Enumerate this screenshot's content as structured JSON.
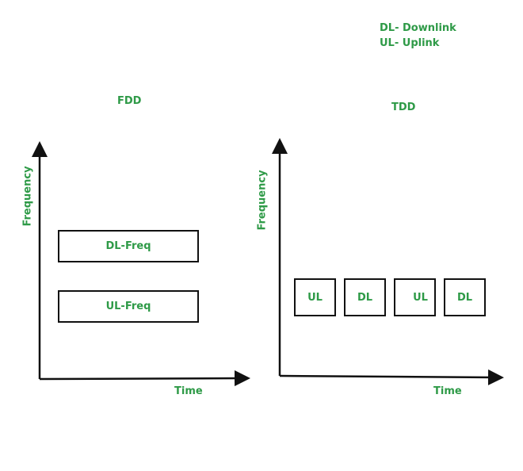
{
  "legend": {
    "dl": "DL- Downlink",
    "ul": "UL- Uplink"
  },
  "fdd": {
    "title": "FDD",
    "ylabel": "Frequency",
    "xlabel": "Time",
    "boxes": [
      "DL-Freq",
      "UL-Freq"
    ]
  },
  "tdd": {
    "title": "TDD",
    "ylabel": "Frequency",
    "xlabel": "Time",
    "boxes": [
      "UL",
      "DL",
      "UL",
      "DL"
    ]
  },
  "colors": {
    "text": "#2e9a47",
    "lines": "#111111"
  }
}
